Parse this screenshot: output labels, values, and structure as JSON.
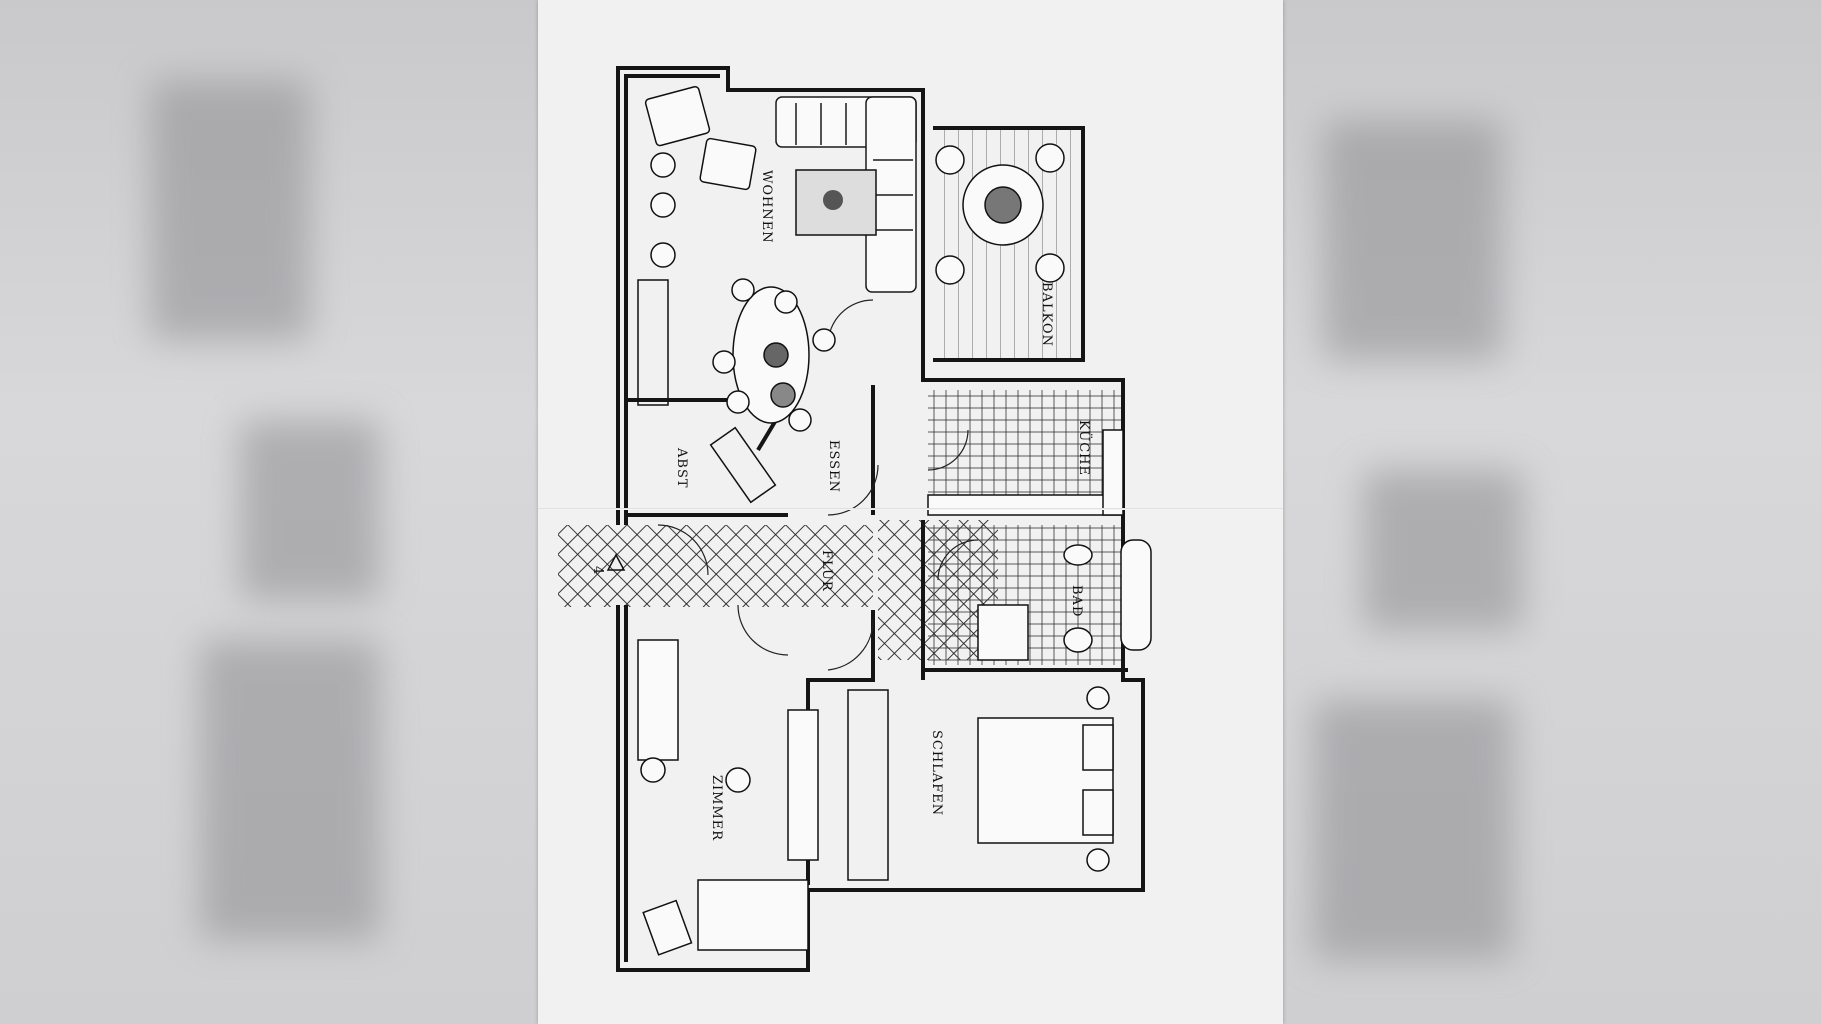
{
  "rooms": {
    "wohnen": "WOHNEN",
    "essen": "ESSEN",
    "balkon": "BALKON",
    "kueche": "KÜCHE",
    "abst": "ABST",
    "flur": "FLUR",
    "bad": "BAD",
    "schlafen": "SCHLAFEN",
    "zimmer": "ZIMMER"
  },
  "north_marker": "4",
  "colors": {
    "paper": "#f1f1f1",
    "ink": "#1a1a1a",
    "background": "#b4b4b6"
  }
}
